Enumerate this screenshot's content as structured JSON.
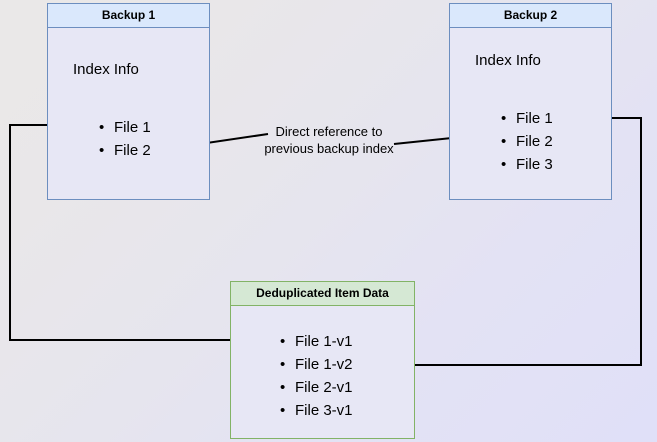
{
  "diagram": {
    "type": "flow-diagram",
    "background": {
      "gradient_from": "#eae8e8",
      "gradient_to": "#e0e0f8"
    },
    "palette": {
      "blue_border": "#6c8ebf",
      "blue_fill": "#dae8fc",
      "green_border": "#82b366",
      "green_fill": "#d5e8d4",
      "body_fill": "#e7e7f5",
      "edge_color": "#000000"
    },
    "nodes": {
      "backup1": {
        "header": "Backup 1",
        "title": "Index Info",
        "items": [
          "File 1",
          "File 2"
        ]
      },
      "backup2": {
        "header": "Backup 2",
        "title": "Index Info",
        "items": [
          "File 1",
          "File 2",
          "File 3"
        ]
      },
      "dedup": {
        "header": "Deduplicated Item Data",
        "items": [
          "File 1-v1",
          "File 1-v2",
          "File 2-v1",
          "File 3-v1"
        ]
      }
    },
    "edges": {
      "direct_reference_label": "Direct reference to\nprevious backup index"
    }
  }
}
